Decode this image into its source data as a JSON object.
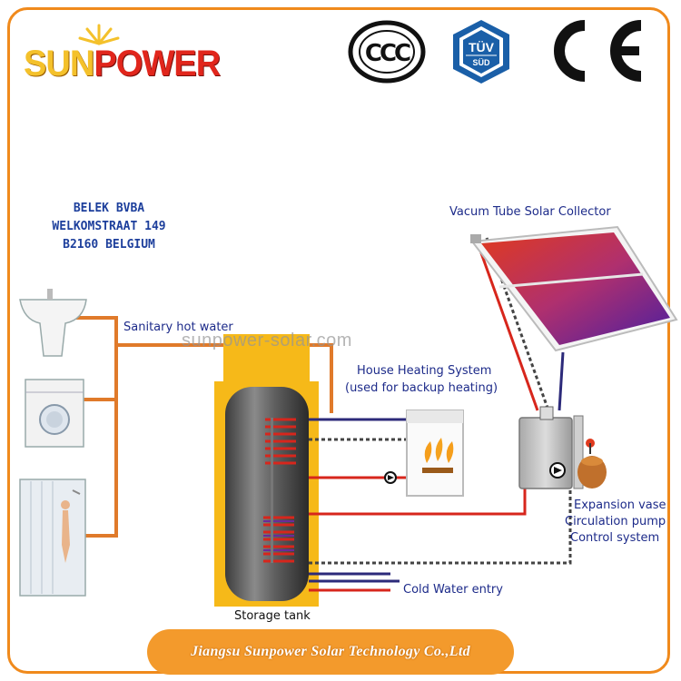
{
  "brand": {
    "logo_text_1": "SUN",
    "logo_text_2": "POWER",
    "colors": {
      "frame": "#f08a1c",
      "label_blue": "#1d2b8a",
      "tank_yellow": "#f6b919",
      "hot_pipe": "#d7261c",
      "cold_pipe": "#2c2a7a",
      "sanitary_pipe": "#e07a2a"
    }
  },
  "certifications": [
    {
      "icon": "ccc-mark",
      "text": "CCC"
    },
    {
      "icon": "tuv-sud-mark",
      "text_top": "TÜV",
      "text_bottom": "SÜD"
    },
    {
      "icon": "ce-mark",
      "text": "CE"
    }
  ],
  "address": {
    "line1": "BELEK BVBA",
    "line2": "WELKOMSTRAAT 149",
    "line3": "B2160 BELGIUM"
  },
  "labels": {
    "collector": "Vacum Tube Solar Collector",
    "sanitary": "Sanitary hot water",
    "house_heating_1": "House Heating System",
    "house_heating_2": "(used for backup heating)",
    "expansion_1": "Expansion vase",
    "expansion_2": "Circulation pump",
    "expansion_3": "Control system",
    "cold_water": "Cold Water entry",
    "storage": "Storage tank"
  },
  "watermark": "sunpower-solar.com",
  "footer": "Jiangsu Sunpower Solar Technology Co.,Ltd"
}
